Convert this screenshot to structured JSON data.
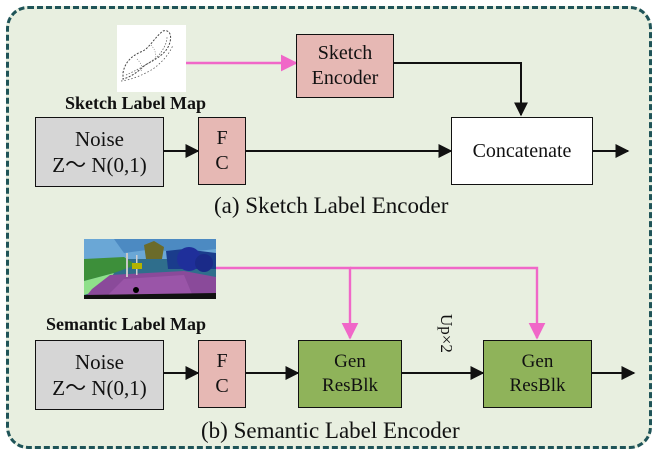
{
  "sketch_encoder_section": {
    "sketch_label_map": "Sketch Label Map",
    "sketch_encoder_line1": "Sketch",
    "sketch_encoder_line2": "Encoder",
    "noise_line1": "Noise",
    "noise_line2": "Z～ N(0,1)",
    "fc_line1": "F",
    "fc_line2": "C",
    "concatenate": "Concatenate",
    "caption": "(a) Sketch Label Encoder"
  },
  "semantic_encoder_section": {
    "semantic_label_map": "Semantic Label Map",
    "noise_line1": "Noise",
    "noise_line2": "Z～ N(0,1)",
    "fc_line1": "F",
    "fc_line2": "C",
    "gen1_line1": "Gen",
    "gen1_line2": "ResBlk",
    "gen2_line1": "Gen",
    "gen2_line2": "ResBlk",
    "upsample": "Up×2",
    "caption": "(b) Semantic Label Encoder"
  },
  "colors": {
    "frame_border": "#1f5458",
    "frame_fill": "#e8efe0",
    "pink_arrow": "#f067c8",
    "noise_box": "#d6d6d6",
    "fc_box": "#e6b8b4",
    "gen_box": "#8fb35a"
  },
  "icons": [
    "sketch-shoe-image",
    "semantic-street-image"
  ]
}
